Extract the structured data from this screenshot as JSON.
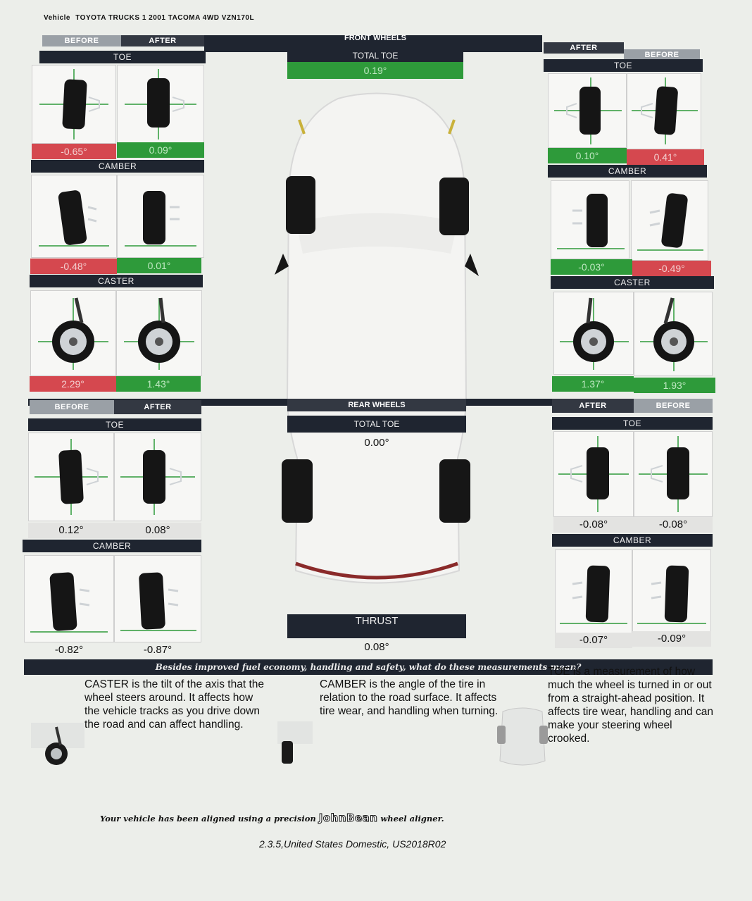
{
  "vehicle": {
    "label": "Vehicle",
    "name": "TOYOTA TRUCKS 1 2001 TACOMA 4WD VZN170L"
  },
  "headers": {
    "before": "BEFORE",
    "after": "AFTER",
    "front_wheels": "FRONT WHEELS",
    "rear_wheels": "REAR WHEELS",
    "total_toe": "TOTAL TOE",
    "thrust": "THRUST",
    "toe": "TOE",
    "camber": "CAMBER",
    "caster": "CASTER"
  },
  "front": {
    "total_toe": "0.19°",
    "left": {
      "toe": {
        "before": "-0.65°",
        "after": "0.09°"
      },
      "camber": {
        "before": "-0.48°",
        "after": "0.01°"
      },
      "caster": {
        "before": "2.29°",
        "after": "1.43°"
      }
    },
    "right": {
      "toe": {
        "after": "0.10°",
        "before": "0.41°"
      },
      "camber": {
        "after": "-0.03°",
        "before": "-0.49°"
      },
      "caster": {
        "after": "1.37°",
        "before": "1.93°"
      }
    }
  },
  "rear": {
    "total_toe": "0.00°",
    "thrust": "0.08°",
    "left": {
      "toe": {
        "before": "0.12°",
        "after": "0.08°"
      },
      "camber": {
        "before": "-0.82°",
        "after": "-0.87°"
      }
    },
    "right": {
      "toe": {
        "after": "-0.08°",
        "before": "-0.08°"
      },
      "camber": {
        "after": "-0.07°",
        "before": "-0.09°"
      }
    }
  },
  "question": "Besides improved fuel economy, handling and safety, what do these measurements mean?",
  "explanations": {
    "caster": {
      "term": "CASTER",
      "text": " is the tilt of the axis that the wheel steers around. It affects how the vehicle tracks as you drive down the road and can affect handling."
    },
    "camber": {
      "term": "CAMBER",
      "text": " is the angle of the tire in relation to the road surface. It affects tire wear, and handling when turning."
    },
    "toe": {
      "term": "TOE",
      "text": " is a measurement of how much the wheel is turned in or out from a straight-ahead position. It affects tire wear, handling and can make your steering wheel crooked."
    }
  },
  "footer": {
    "line1_pre": "Your vehicle has been aligned using a precision ",
    "brand": "JohnBean",
    "line1_post": " wheel aligner.",
    "line2": "2.3.5,United States Domestic, US2018R02"
  },
  "colors": {
    "red": "#d5484f",
    "green": "#2e9a3a",
    "dark": "#1f2530"
  }
}
